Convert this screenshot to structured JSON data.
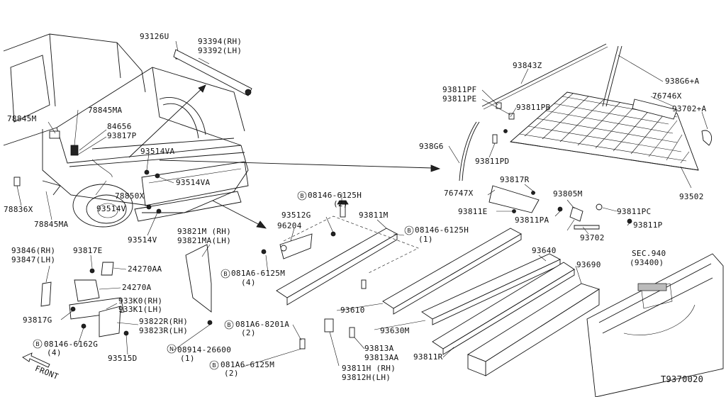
{
  "diagram": {
    "code": "T9370020",
    "front_label": "FRONT",
    "labels": [
      {
        "text": "93126U"
      },
      {
        "text": "93394(RH)"
      },
      {
        "text": "93392(LH)"
      },
      {
        "text": "78845MA"
      },
      {
        "text": "78845M"
      },
      {
        "text": "84656"
      },
      {
        "text": "93817P"
      },
      {
        "text": "93514VA"
      },
      {
        "text": "93514VA"
      },
      {
        "text": "78850X"
      },
      {
        "text": "78836X"
      },
      {
        "text": "93514V"
      },
      {
        "text": "78845MA"
      },
      {
        "text": "93514V"
      },
      {
        "text": "93843Z"
      },
      {
        "text": "938G6+A"
      },
      {
        "text": "93811PF"
      },
      {
        "text": "93811PE"
      },
      {
        "text": "93811PB"
      },
      {
        "text": "76746X"
      },
      {
        "text": "93702+A"
      },
      {
        "text": "938G6"
      },
      {
        "text": "93811PD"
      },
      {
        "text": "93817R"
      },
      {
        "text": "76747X"
      },
      {
        "text": "93805M"
      },
      {
        "text": "93502"
      },
      {
        "text": "93811E"
      },
      {
        "text": "93811PA"
      },
      {
        "text": "93811PC"
      },
      {
        "text": "93702"
      },
      {
        "text": "93811P"
      },
      {
        "text": "08146-6125H"
      },
      {
        "text": "(2)"
      },
      {
        "text": "93512G"
      },
      {
        "text": "93811M"
      },
      {
        "text": "96204"
      },
      {
        "text": "08146-6125H"
      },
      {
        "text": "(1)"
      },
      {
        "text": "93821M (RH)"
      },
      {
        "text": "93821MA(LH)"
      },
      {
        "text": "93846(RH)"
      },
      {
        "text": "93847(LH)"
      },
      {
        "text": "93817E"
      },
      {
        "text": "24270AA"
      },
      {
        "text": "081A6-6125M"
      },
      {
        "text": "(4)"
      },
      {
        "text": "24270A"
      },
      {
        "text": "933K0(RH)"
      },
      {
        "text": "933K1(LH)"
      },
      {
        "text": "93817G"
      },
      {
        "text": "93822R(RH)"
      },
      {
        "text": "93823R(LH)"
      },
      {
        "text": "08146-6162G"
      },
      {
        "text": "(4)"
      },
      {
        "text": "93515D"
      },
      {
        "text": "08914-26600"
      },
      {
        "text": "(1)"
      },
      {
        "text": "081A6-8201A"
      },
      {
        "text": "(2)"
      },
      {
        "text": "081A6-6125M"
      },
      {
        "text": "(2)"
      },
      {
        "text": "93610"
      },
      {
        "text": "93640"
      },
      {
        "text": "93690"
      },
      {
        "text": "93630M"
      },
      {
        "text": "93813A"
      },
      {
        "text": "93813AA"
      },
      {
        "text": "93811R"
      },
      {
        "text": "93811H (RH)"
      },
      {
        "text": "93812H(LH)"
      },
      {
        "text": "SEC.940"
      },
      {
        "text": "(93400)"
      }
    ]
  }
}
